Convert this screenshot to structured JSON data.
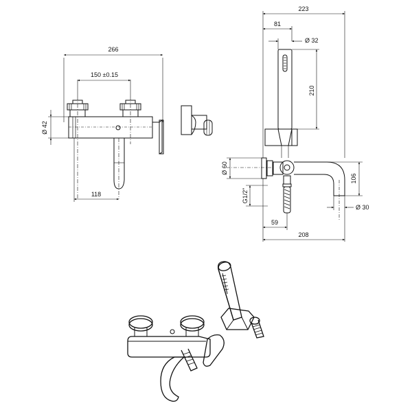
{
  "dimensions": {
    "front_total_width": "266",
    "front_centers": "150 ±0.15",
    "front_diameter_body": "Ø 42",
    "front_spout_offset": "118",
    "side_total_width": "223",
    "side_handshower_offset": "81",
    "side_handshower_diameter": "Ø 32",
    "side_handshower_length": "210",
    "side_rosette_diameter": "Ø 60",
    "side_thread": "G1/2\"",
    "side_spout_height": "106",
    "side_spout_diameter": "Ø 30",
    "side_wall_offset": "59",
    "side_spout_projection": "208"
  }
}
